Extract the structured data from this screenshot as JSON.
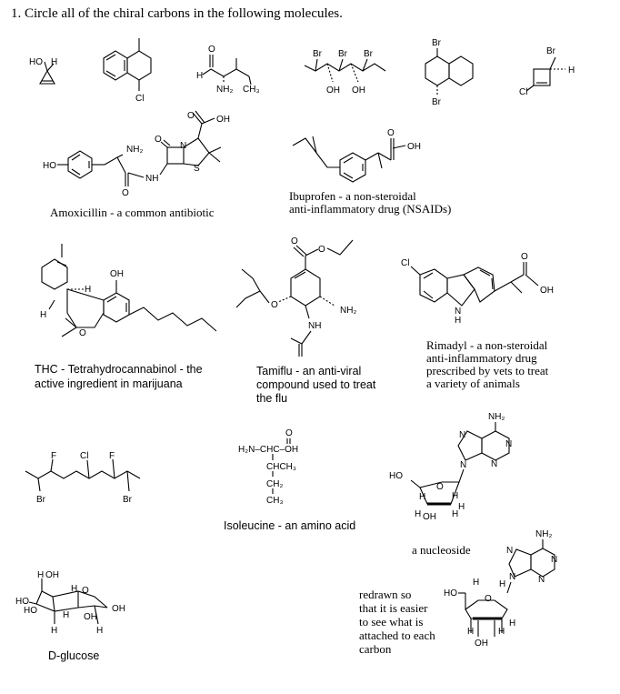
{
  "question": "1.   Circle all of the chiral carbons in the following molecules.",
  "captions": {
    "amoxicillin": "Amoxicillin - a common antibiotic",
    "ibuprofen_1": "Ibuprofen - a non-steroidal",
    "ibuprofen_2": "anti-inflammatory drug (NSAIDs)",
    "thc_1": "THC - Tetrahydrocannabinol - the",
    "thc_2": "active ingredient in marijuana",
    "tamiflu_1": "Tamiflu - an anti-viral",
    "tamiflu_2": "compound used to treat",
    "tamiflu_3": "the flu",
    "rimadyl_1": "Rimadyl - a non-steroidal",
    "rimadyl_2": "anti-inflammatory drug",
    "rimadyl_3": "prescribed by vets to treat",
    "rimadyl_4": "a variety of animals",
    "isoleucine": "Isoleucine - an amino acid",
    "nucleoside": "a nucleoside",
    "redrawn_1": "redrawn so",
    "redrawn_2": "that it is easier",
    "redrawn_3": "to see what is",
    "redrawn_4": "attached to each",
    "redrawn_5": "carbon",
    "glucose": "D-glucose"
  },
  "isoleucine_lines": {
    "o": "O",
    "l1": "H₂N–CHC–OH",
    "l2": "CHCH₃",
    "l3": "CH₂",
    "l4": "CH₃"
  },
  "atoms": {
    "HO": "HO",
    "H": "H",
    "OH": "OH",
    "O": "O",
    "N": "N",
    "S": "S",
    "Cl": "Cl",
    "Br": "Br",
    "F": "F",
    "NH": "NH",
    "NH2": "NH₂",
    "CH3": "CH₃",
    "HN": "H"
  }
}
